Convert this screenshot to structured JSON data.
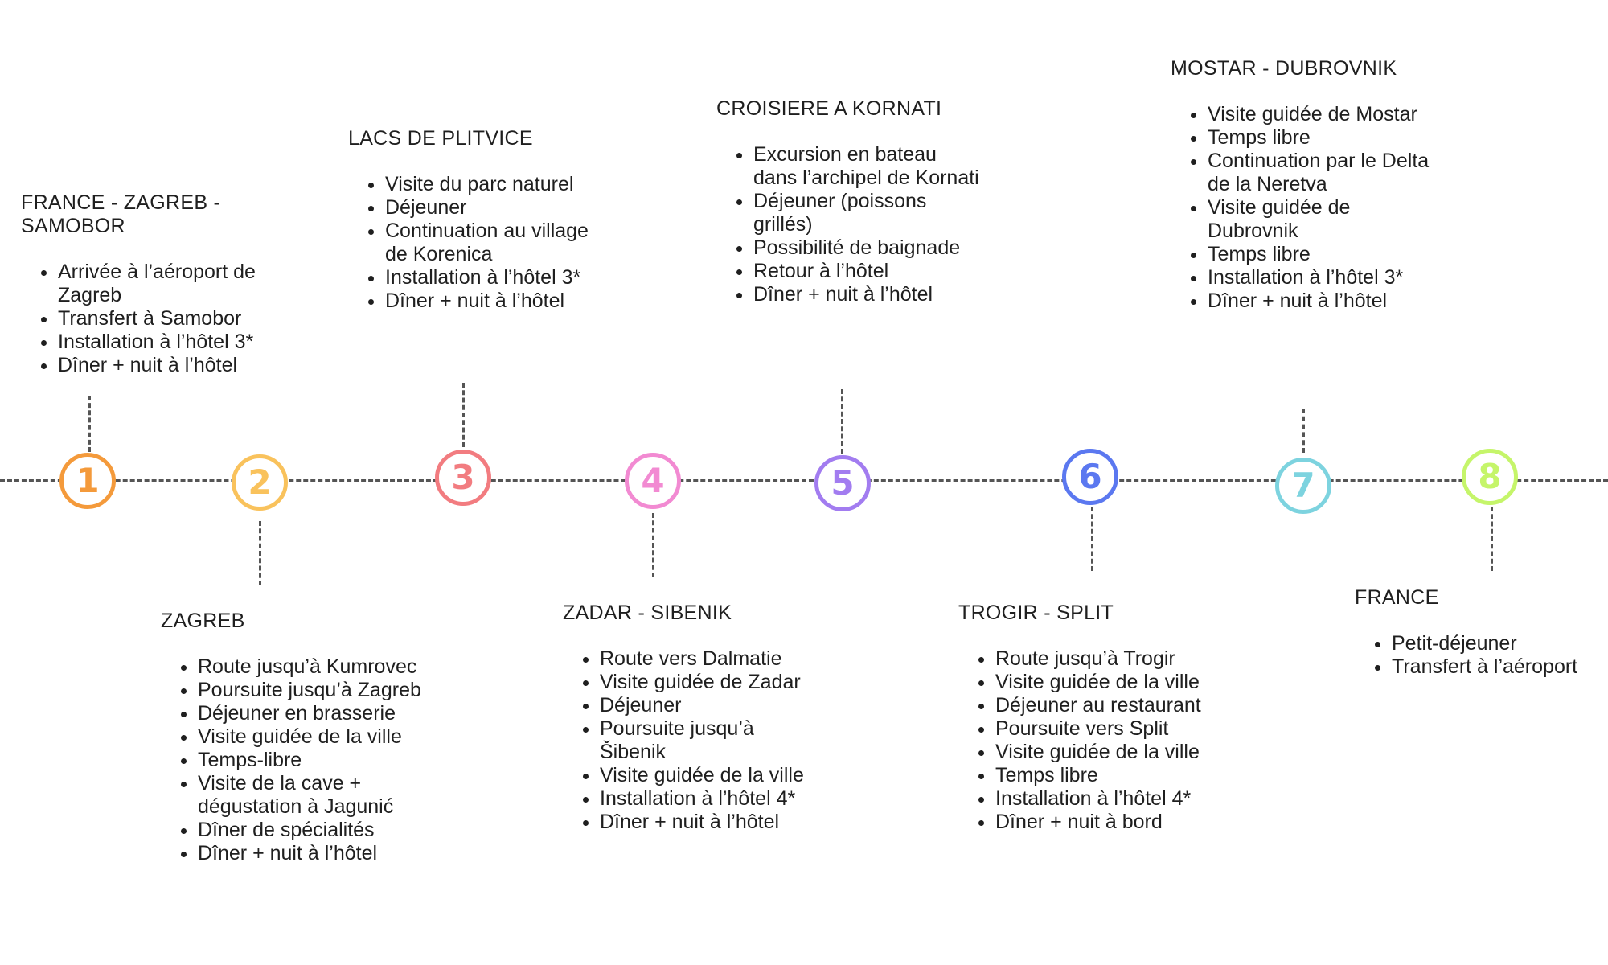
{
  "colors": {
    "line": "#555555",
    "text": "#1f1f1f",
    "node_1": "#F49A3B",
    "node_2": "#F9C25C",
    "node_3": "#F27C80",
    "node_4": "#F28AD2",
    "node_5": "#A27CF0",
    "node_6": "#5B78F0",
    "node_7": "#7DD3DF",
    "node_8": "#C5F56A"
  },
  "days": [
    {
      "number": "1",
      "title": "FRANCE - ZAGREB - SAMOBOR",
      "items": [
        "Arrivée à l’aéroport de Zagreb",
        "Transfert à Samobor",
        "Installation à l’hôtel 3*",
        "Dîner + nuit à l’hôtel"
      ]
    },
    {
      "number": "2",
      "title": "ZAGREB",
      "items": [
        "Route jusqu’à Kumrovec",
        "Poursuite jusqu’à Zagreb",
        "Déjeuner en brasserie",
        "Visite guidée de la ville",
        "Temps-libre",
        "Visite de la cave + dégustation à Jagunić",
        "Dîner de spécialités",
        "Dîner + nuit à l’hôtel"
      ]
    },
    {
      "number": "3",
      "title": "LACS DE PLITVICE",
      "items": [
        "Visite du parc naturel",
        "Déjeuner",
        "Continuation au village de Korenica",
        "Installation à l’hôtel 3*",
        "Dîner + nuit à l’hôtel"
      ]
    },
    {
      "number": "4",
      "title": "ZADAR - SIBENIK",
      "items": [
        "Route vers Dalmatie",
        "Visite guidée de Zadar",
        "Déjeuner",
        "Poursuite jusqu’à Šibenik",
        "Visite guidée de la ville",
        "Installation à l’hôtel 4*",
        "Dîner + nuit à l’hôtel"
      ]
    },
    {
      "number": "5",
      "title": "CROISIERE A KORNATI",
      "items": [
        "Excursion en bateau dans l’archipel de Kornati",
        "Déjeuner (poissons grillés)",
        "Possibilité de baignade",
        "Retour à l’hôtel",
        "Dîner + nuit à l’hôtel"
      ]
    },
    {
      "number": "6",
      "title": "TROGIR - SPLIT",
      "items": [
        "Route jusqu’à Trogir",
        "Visite guidée de la ville",
        "Déjeuner au restaurant",
        "Poursuite vers Split",
        "Visite guidée de la ville",
        "Temps libre",
        "Installation à l’hôtel 4*",
        "Dîner + nuit à bord"
      ]
    },
    {
      "number": "7",
      "title": "MOSTAR - DUBROVNIK",
      "items": [
        "Visite guidée de Mostar",
        "Temps libre",
        "Continuation par le Delta de la Neretva",
        "Visite guidée de Dubrovnik",
        "Temps libre",
        "Installation à l’hôtel 3*",
        "Dîner + nuit à l’hôtel"
      ]
    },
    {
      "number": "8",
      "title": "FRANCE",
      "items": [
        "Petit-déjeuner",
        "Transfert à l’aéroport"
      ]
    }
  ]
}
